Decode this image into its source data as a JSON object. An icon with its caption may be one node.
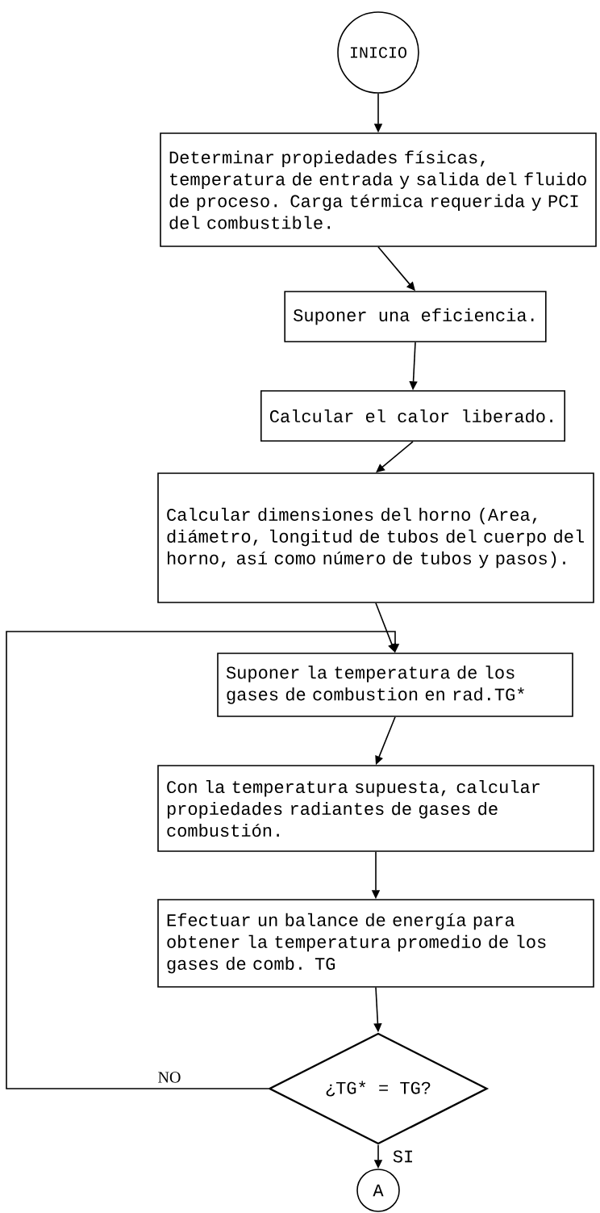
{
  "diagram": {
    "nodes": [
      {
        "text": [
          "INICIO"
        ]
      },
      {
        "text": [
          "Determinar propiedades físicas, temperatura de entrada y salida del fluido de proceso. Carga térmica requerida y PCI del combustible."
        ]
      },
      {
        "text": [
          "Suponer una eficiencia."
        ]
      },
      {
        "text": [
          "Calcular el calor liberado."
        ]
      },
      {
        "text": [
          "Calcular dimensiones del horno (Area, diámetro, longitud de tubos del cuerpo del horno, así como número de tubos y pasos)."
        ]
      },
      {
        "text": [
          "Suponer la temperatura de los gases de combustion en rad.TG*"
        ]
      },
      {
        "text": [
          "Con la temperatura supuesta, calcular propiedades radiantes de gases de combustión."
        ]
      },
      {
        "text": [
          "Efectuar un balance de energía para obtener la temperatura promedio de los gases de comb. TG"
        ]
      },
      {
        "text": [
          "¿TG* = TG?"
        ]
      },
      {
        "text": [
          "A"
        ]
      }
    ],
    "edges": [
      {
        "from": 0,
        "to": 1,
        "arrow": "to"
      },
      {
        "from": 1,
        "to": 2,
        "arrow": "to"
      },
      {
        "from": 2,
        "to": 3,
        "arrow": "to"
      },
      {
        "from": 3,
        "to": 4,
        "arrow": "to"
      },
      {
        "from": 4,
        "to": 5,
        "arrow": "to"
      },
      {
        "from": 5,
        "to": 6,
        "arrow": "to"
      },
      {
        "from": 6,
        "to": 7,
        "arrow": "to"
      },
      {
        "from": 7,
        "to": 8,
        "arrow": "to"
      },
      {
        "from": 8,
        "to": 5,
        "arrow": "to",
        "label": "NO"
      },
      {
        "from": 8,
        "to": 9,
        "arrow": "to",
        "label": "SI"
      }
    ]
  }
}
